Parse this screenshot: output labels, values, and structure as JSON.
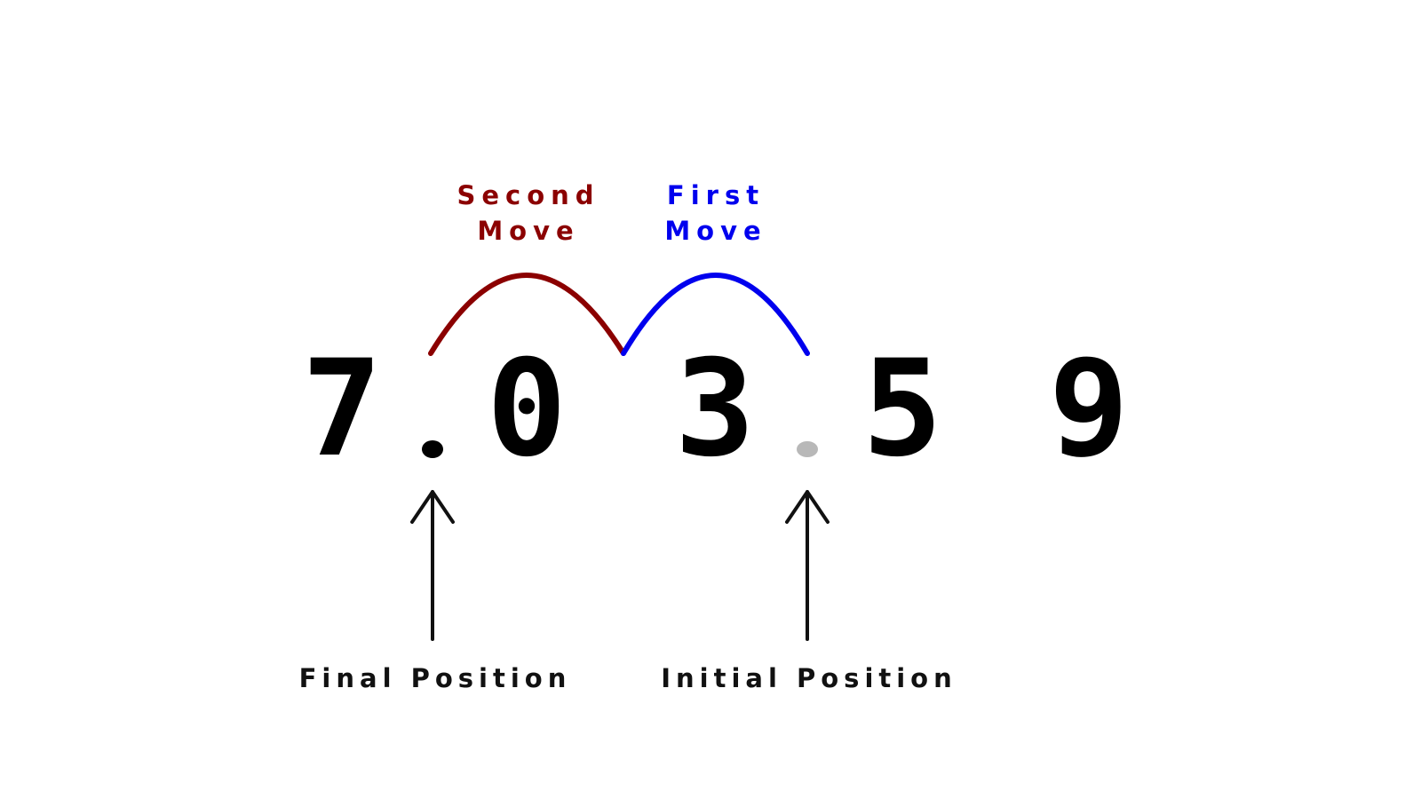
{
  "digits": [
    "7",
    "0",
    "3",
    "5",
    "9"
  ],
  "labels": {
    "second_move": [
      "Second",
      "Move"
    ],
    "first_move": [
      "First",
      "Move"
    ],
    "final_position": "Final Position",
    "initial_position": "Initial Position"
  },
  "colors": {
    "second_move": "#8b0000",
    "first_move": "#0000ee",
    "final_point": "#000000",
    "initial_point": "#b8b8b8",
    "text": "#000000"
  }
}
